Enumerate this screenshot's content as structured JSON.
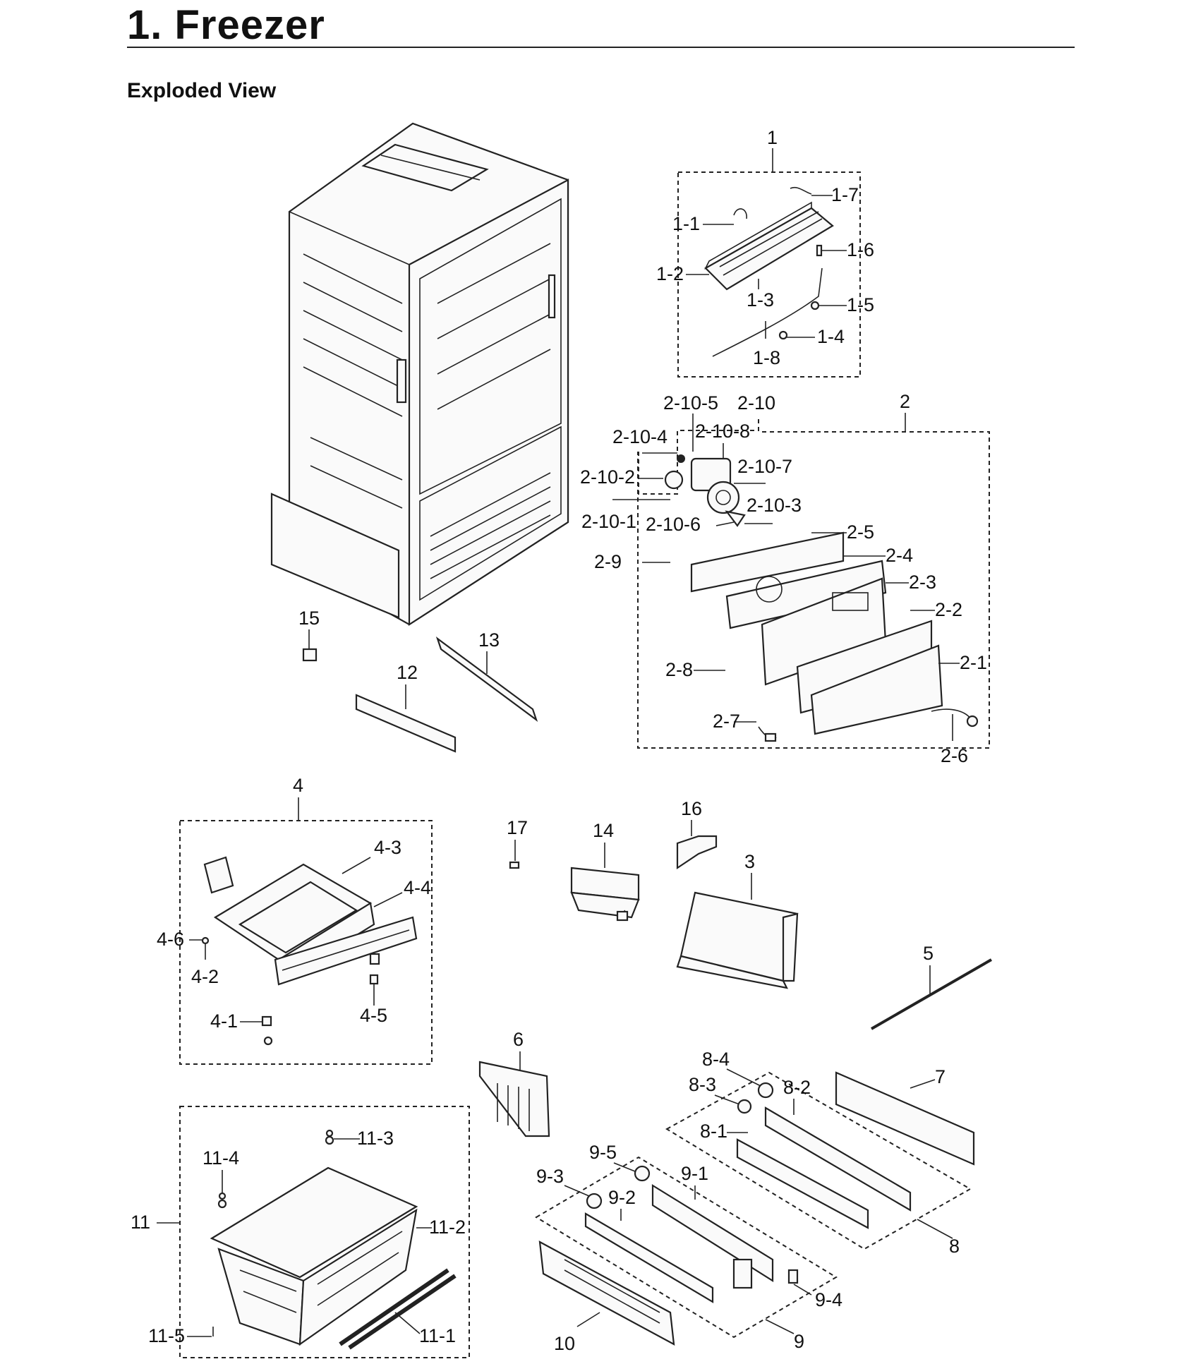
{
  "page": {
    "title": "1.  Freezer",
    "subtitle": "Exploded View"
  },
  "labels": {
    "p1": "1",
    "p1_1": "1-1",
    "p1_2": "1-2",
    "p1_3": "1-3",
    "p1_4": "1-4",
    "p1_5": "1-5",
    "p1_6": "1-6",
    "p1_7": "1-7",
    "p1_8": "1-8",
    "p2": "2",
    "p2_1": "2-1",
    "p2_2": "2-2",
    "p2_3": "2-3",
    "p2_4": "2-4",
    "p2_5": "2-5",
    "p2_6": "2-6",
    "p2_7": "2-7",
    "p2_8": "2-8",
    "p2_9": "2-9",
    "p2_10": "2-10",
    "p2_10_1": "2-10-1",
    "p2_10_2": "2-10-2",
    "p2_10_3": "2-10-3",
    "p2_10_4": "2-10-4",
    "p2_10_5": "2-10-5",
    "p2_10_6": "2-10-6",
    "p2_10_7": "2-10-7",
    "p2_10_8": "2-10-8",
    "p3": "3",
    "p4": "4",
    "p4_1": "4-1",
    "p4_2": "4-2",
    "p4_3": "4-3",
    "p4_4": "4-4",
    "p4_5": "4-5",
    "p4_6": "4-6",
    "p5": "5",
    "p6": "6",
    "p7": "7",
    "p8": "8",
    "p8_1": "8-1",
    "p8_2": "8-2",
    "p8_3": "8-3",
    "p8_4": "8-4",
    "p9": "9",
    "p9_1": "9-1",
    "p9_2": "9-2",
    "p9_3": "9-3",
    "p9_4": "9-4",
    "p9_5": "9-5",
    "p10": "10",
    "p11": "11",
    "p11_1": "11-1",
    "p11_2": "11-2",
    "p11_3": "11-3",
    "p11_4": "11-4",
    "p11_5": "11-5",
    "p12": "12",
    "p13": "13",
    "p14": "14",
    "p15": "15",
    "p16": "16",
    "p17": "17"
  }
}
